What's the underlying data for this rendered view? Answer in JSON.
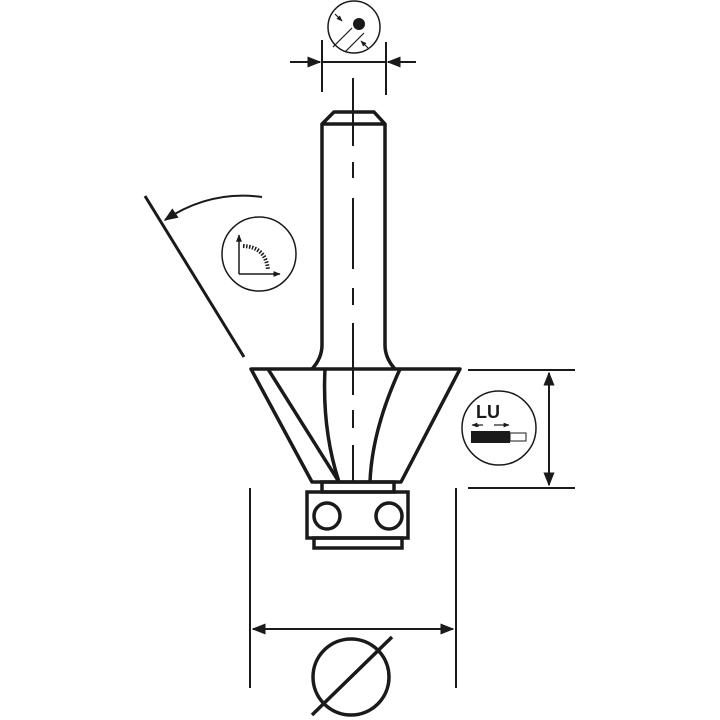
{
  "diagram": {
    "subject": "chamfer router bit with bearing",
    "stroke_color": "#1a1a1a",
    "background": "#ffffff",
    "symbols": {
      "shank_diameter": {
        "icon": "shank-diameter-icon"
      },
      "angle": {
        "icon": "angle-icon"
      },
      "cutting_length": {
        "icon": "cutting-length-icon",
        "label": "LU"
      },
      "diameter": {
        "icon": "diameter-symbol",
        "glyph": "Ø"
      }
    }
  }
}
